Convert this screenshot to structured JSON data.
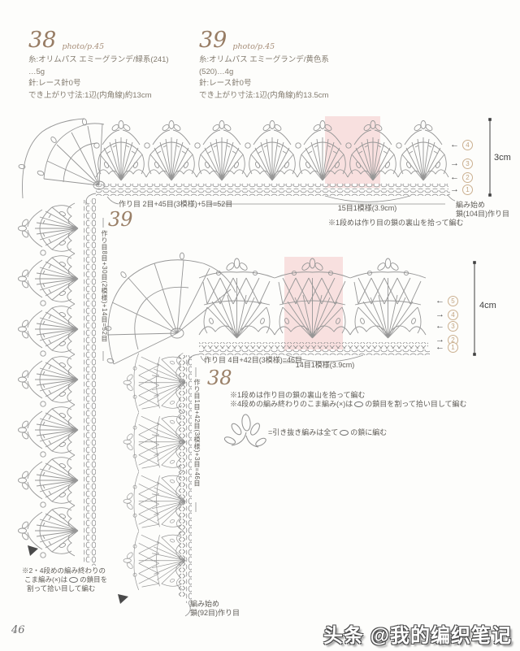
{
  "page": {
    "number": "46",
    "watermark": "头条 @我的编织笔记"
  },
  "colors": {
    "highlight": "#f8e0df",
    "diagram_line": "#979797",
    "accent_brown": "#977c64",
    "circle_tan": "#cbb090"
  },
  "header38": {
    "num": "38",
    "photo": "photo/p.45",
    "yarn1": "糸:オリムパス エミーグランデ/緑系(241)",
    "yarn2": "…5g",
    "hook": "針:レース針0号",
    "size": "でき上がり寸法:1辺(内角線)約13cm"
  },
  "header39": {
    "num": "39",
    "photo": "photo/p.45",
    "yarn1": "糸:オリムパス エミーグランデ/黄色系",
    "yarn2": "(520)…4g",
    "hook": "針:レース針0号",
    "size": "でき上がり寸法:1辺(内角線)約13.5cm"
  },
  "diagram39": {
    "label": "39",
    "cast_on_top": "作り目 2目+45目(3模様)+5目=52目",
    "cast_on_left": "作り目8目+30目(2模様)+14目=52目",
    "repeat_label": "15目1模様(3.9cm)",
    "start1": "編み始め",
    "start2": "鎖(104目)作り目",
    "note": "※1段めは作り目の鎖の裏山を拾って編む",
    "height": "3cm",
    "rows": [
      {
        "n": "4",
        "dir": "←"
      },
      {
        "n": "3",
        "dir": "→"
      },
      {
        "n": "2",
        "dir": "←"
      },
      {
        "n": "1",
        "dir": "→"
      }
    ]
  },
  "diagram38": {
    "label": "38",
    "cast_on_top": "作り目 4目+42目(3模様)=46目",
    "cast_on_left": "作り目1目+42目(3模様)+3目=46目",
    "repeat_label": "14目1模様(3.9cm)",
    "start1": "編み始め",
    "start2": "鎖(92目)作り目",
    "note1": "※1段めは作り目の鎖の裏山を拾って編む",
    "note2_pre": "※4段めの編み終わりのこま編み(×)は",
    "note2_post": "の鎖目を割って拾い目して編む",
    "legend_pre": "=引き抜き編みは全て",
    "legend_post": "の鎖に編む",
    "corner_note1": "※2・4段めの編み終わりの",
    "corner_note2_pre": "こま編み(×)は",
    "corner_note2_post": "の鎖目を",
    "corner_note3": "割って拾い目して編む",
    "height": "4cm",
    "rows": [
      {
        "n": "5",
        "dir": "←"
      },
      {
        "n": "4",
        "dir": "→"
      },
      {
        "n": "3",
        "dir": "←"
      },
      {
        "n": "2",
        "dir": "→"
      },
      {
        "n": "1",
        "dir": "←"
      }
    ]
  }
}
